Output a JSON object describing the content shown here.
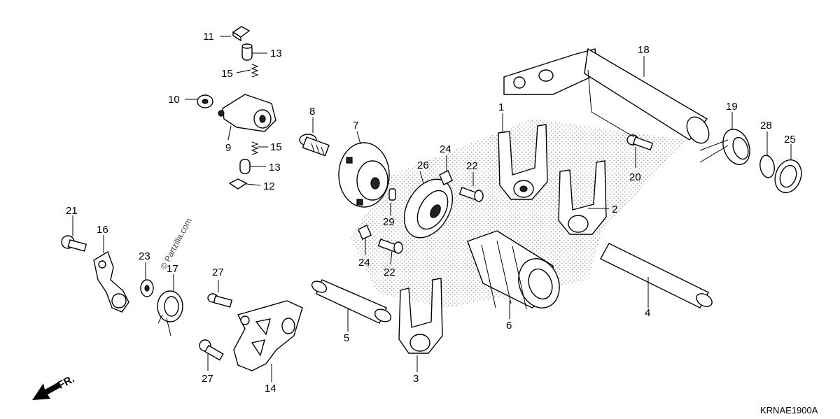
{
  "diagram": {
    "drawing_code": "KRNAE1900A",
    "watermark": "© Partzilla.com",
    "front_marker": "FR.",
    "callouts": [
      {
        "id": "c1",
        "label": "1"
      },
      {
        "id": "c2",
        "label": "2"
      },
      {
        "id": "c3",
        "label": "3"
      },
      {
        "id": "c4",
        "label": "4"
      },
      {
        "id": "c5",
        "label": "5"
      },
      {
        "id": "c6",
        "label": "6"
      },
      {
        "id": "c7",
        "label": "7"
      },
      {
        "id": "c8",
        "label": "8"
      },
      {
        "id": "c9",
        "label": "9"
      },
      {
        "id": "c10",
        "label": "10"
      },
      {
        "id": "c11",
        "label": "11"
      },
      {
        "id": "c12",
        "label": "12"
      },
      {
        "id": "c13a",
        "label": "13"
      },
      {
        "id": "c13b",
        "label": "13"
      },
      {
        "id": "c14",
        "label": "14"
      },
      {
        "id": "c15a",
        "label": "15"
      },
      {
        "id": "c15b",
        "label": "15"
      },
      {
        "id": "c16",
        "label": "16"
      },
      {
        "id": "c17",
        "label": "17"
      },
      {
        "id": "c18",
        "label": "18"
      },
      {
        "id": "c19",
        "label": "19"
      },
      {
        "id": "c20",
        "label": "20"
      },
      {
        "id": "c21",
        "label": "21"
      },
      {
        "id": "c22a",
        "label": "22"
      },
      {
        "id": "c22b",
        "label": "22"
      },
      {
        "id": "c23",
        "label": "23"
      },
      {
        "id": "c24a",
        "label": "24"
      },
      {
        "id": "c24b",
        "label": "24"
      },
      {
        "id": "c25",
        "label": "25"
      },
      {
        "id": "c26",
        "label": "26"
      },
      {
        "id": "c27a",
        "label": "27"
      },
      {
        "id": "c27b",
        "label": "27"
      },
      {
        "id": "c28",
        "label": "28"
      },
      {
        "id": "c29",
        "label": "29"
      }
    ]
  }
}
